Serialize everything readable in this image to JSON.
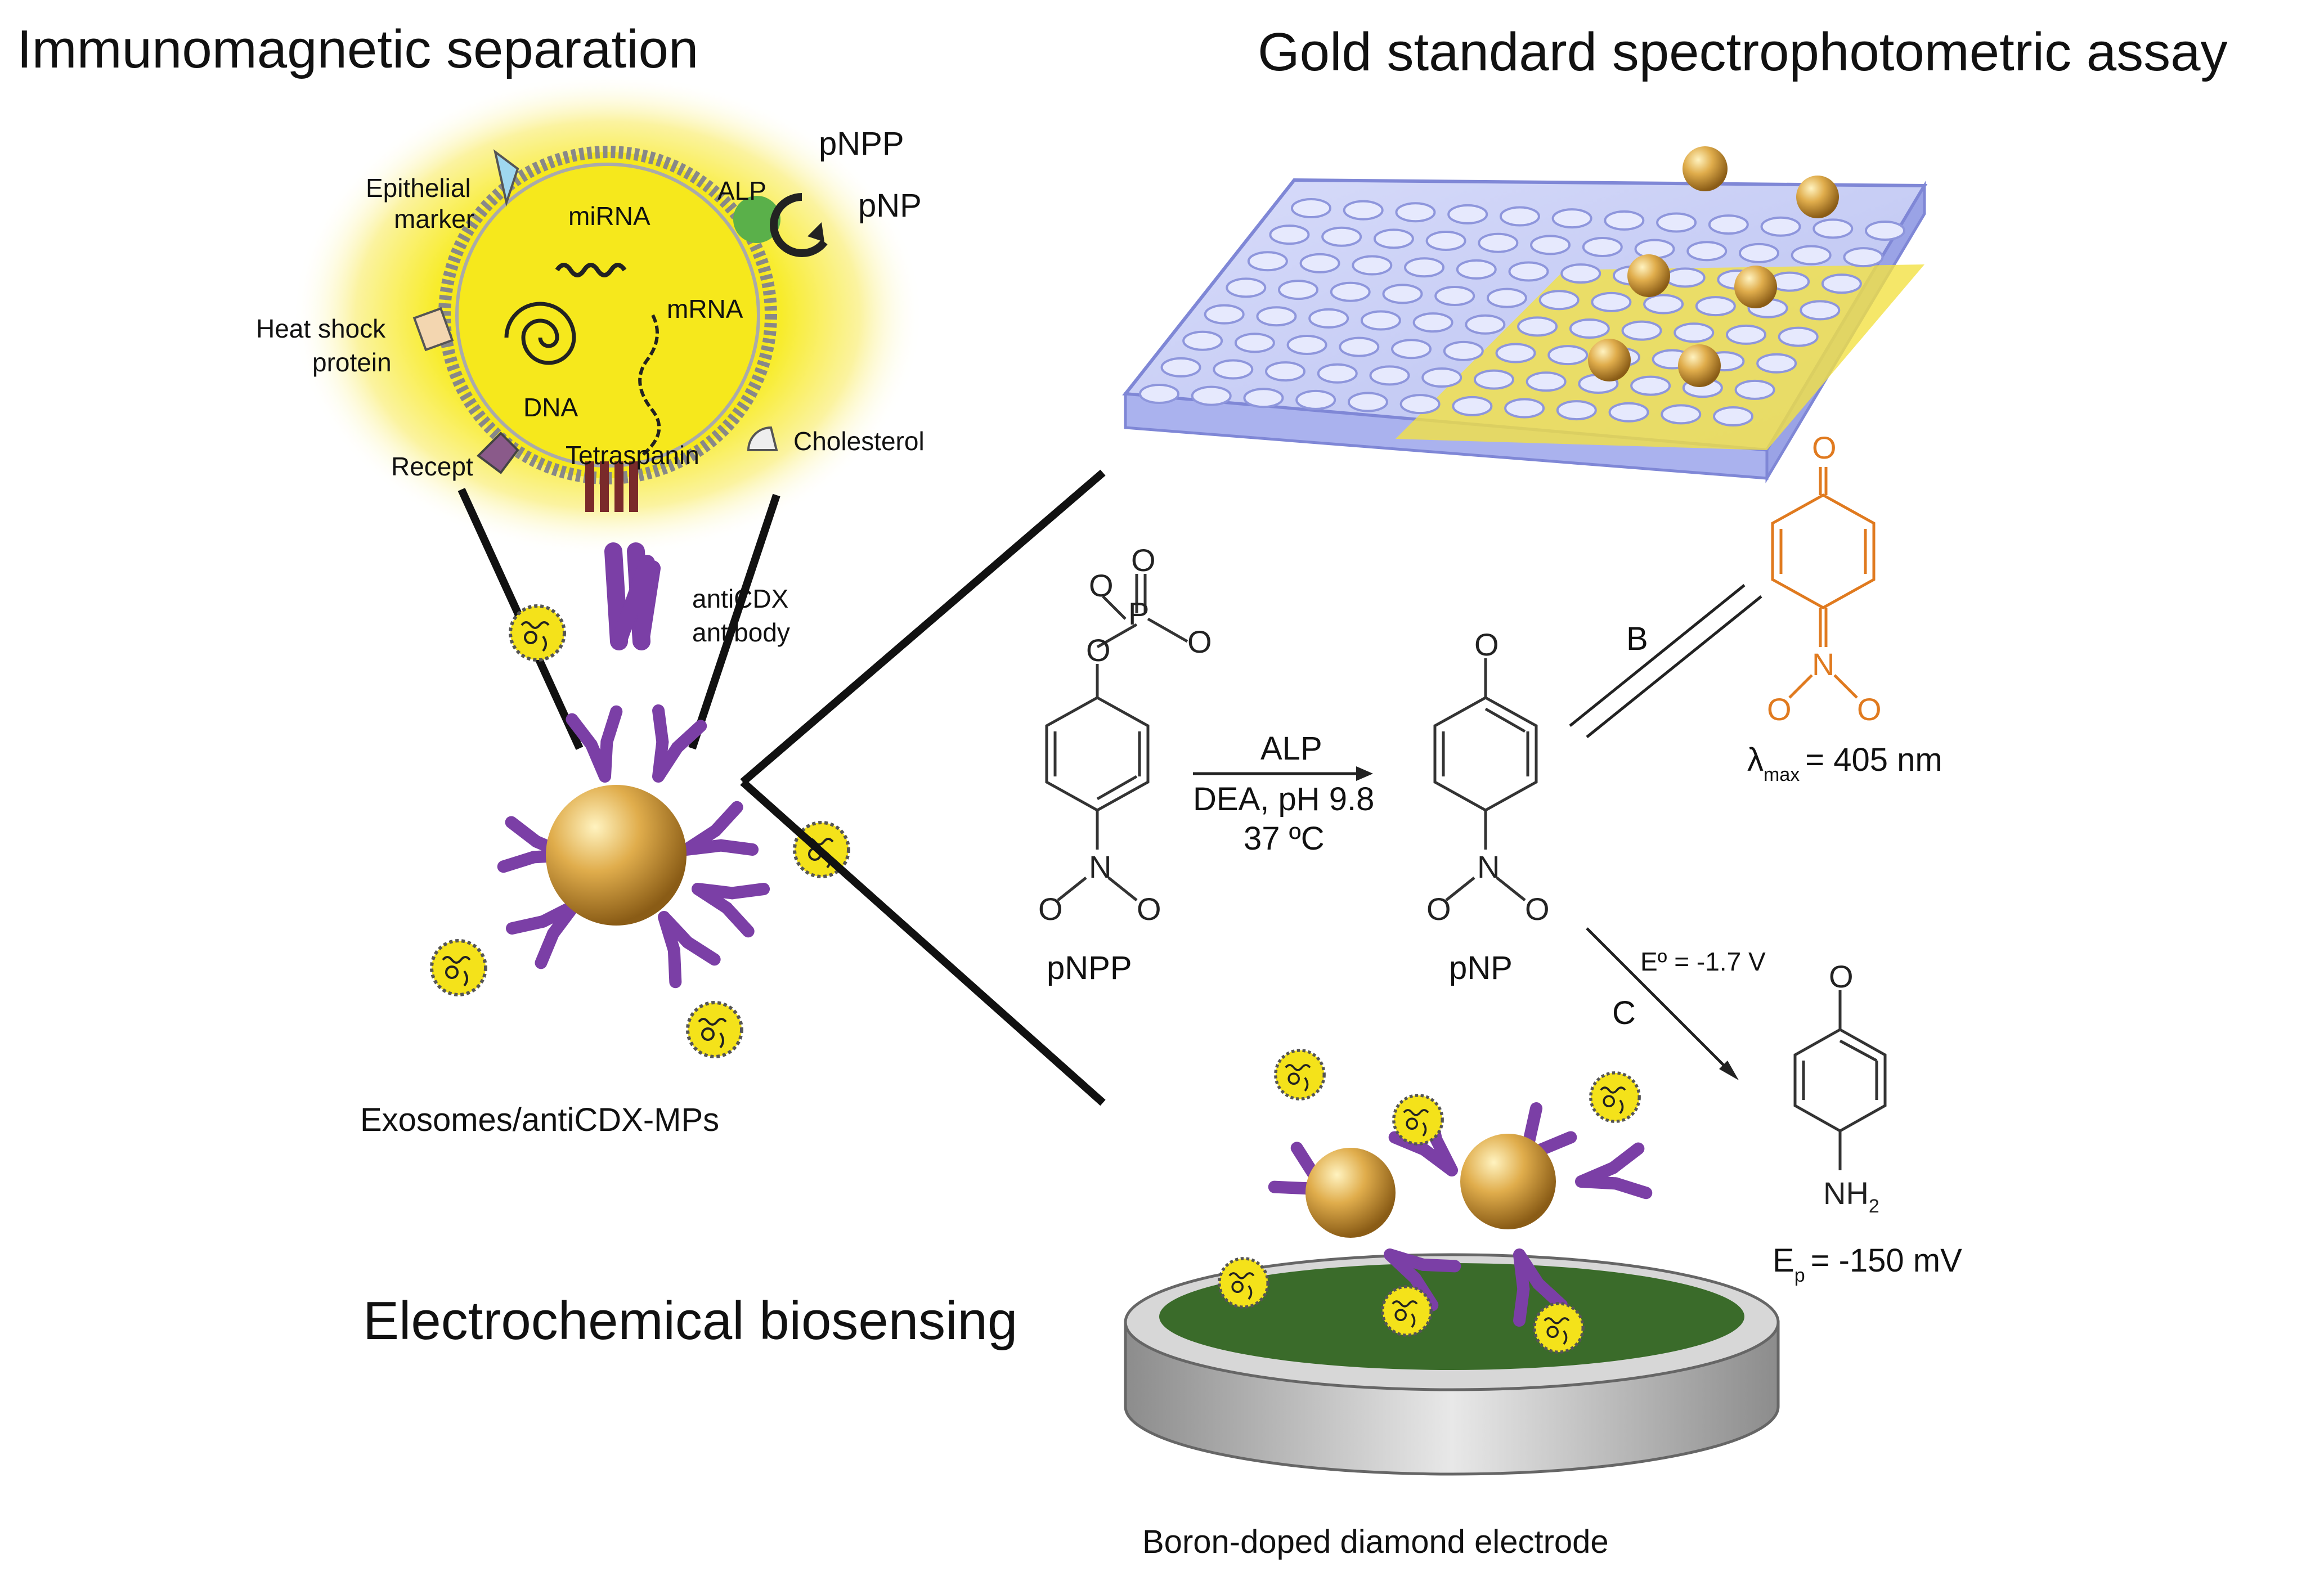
{
  "titles": {
    "immuno": "Immunomagnetic separation",
    "gold": "Gold standard spectrophotometric assay",
    "electro": "Electrochemical biosensing"
  },
  "exosome_labels": {
    "epithelial_1": "Epithelial",
    "epithelial_2": "marker",
    "mirna": "miRNA",
    "mrna": "mRNA",
    "heatshock_1": "Heat shock",
    "heatshock_2": "protein",
    "dna": "DNA",
    "receptor": "Recept",
    "tetraspanin": "Tetraspanin",
    "cholesterol": "Cholesterol",
    "alp": "ALP",
    "pnpp": "pNPP",
    "pnp": "pNP"
  },
  "antibody_label": {
    "line1": "antiCDX",
    "line2": "antibody"
  },
  "mp_label": "Exosomes/antiCDX-MPs",
  "electrode_label": "Boron-doped diamond electrode",
  "reaction": {
    "pnpp_name": "pNPP",
    "pnp_name": "pNP",
    "arrow_top": "ALP",
    "arrow_mid": "DEA, pH 9.8",
    "arrow_bottom": "37 ºC",
    "path_b": "B",
    "path_c": "C",
    "lambda_symbol": "λ",
    "lambda_sub": "max",
    "lambda_value": "= 405 nm",
    "e0_label": "Eº = -1.7 V",
    "nh2_label": "NH",
    "nh2_sub": "2",
    "ep_symbol": "E",
    "ep_sub": "p",
    "ep_value": "= -150 mV"
  },
  "colors": {
    "antibody": "#7b3fa6",
    "gold_bead": "#d9a441",
    "exosome_yellow": "#f4e21a",
    "plate_blue": "#c9cff5",
    "electrode_green": "#3a6b2a",
    "quinone_orange": "#e07a1f"
  }
}
